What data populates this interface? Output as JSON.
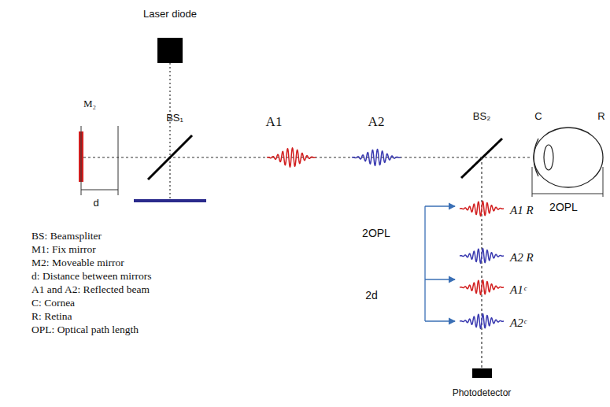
{
  "diagram": {
    "labels": [
      "Laser diode",
      "M₂",
      "BS₁",
      "A1",
      "A2",
      "BS₂",
      "C",
      "R",
      "d",
      "BS: Beamspliter",
      "M1: Fix mirror",
      "M2: Moveable mirror",
      "d: Distance between mirrors",
      "A1 and A2: Reflected beam",
      "C: Cornea",
      "R: Retina",
      "OPL: Optical path length",
      "2OPL",
      "2OPL",
      "2d",
      "A1 R",
      "A2 R",
      "A1ᶜ",
      "A2ᶜ",
      "Photodetector"
    ]
  }
}
